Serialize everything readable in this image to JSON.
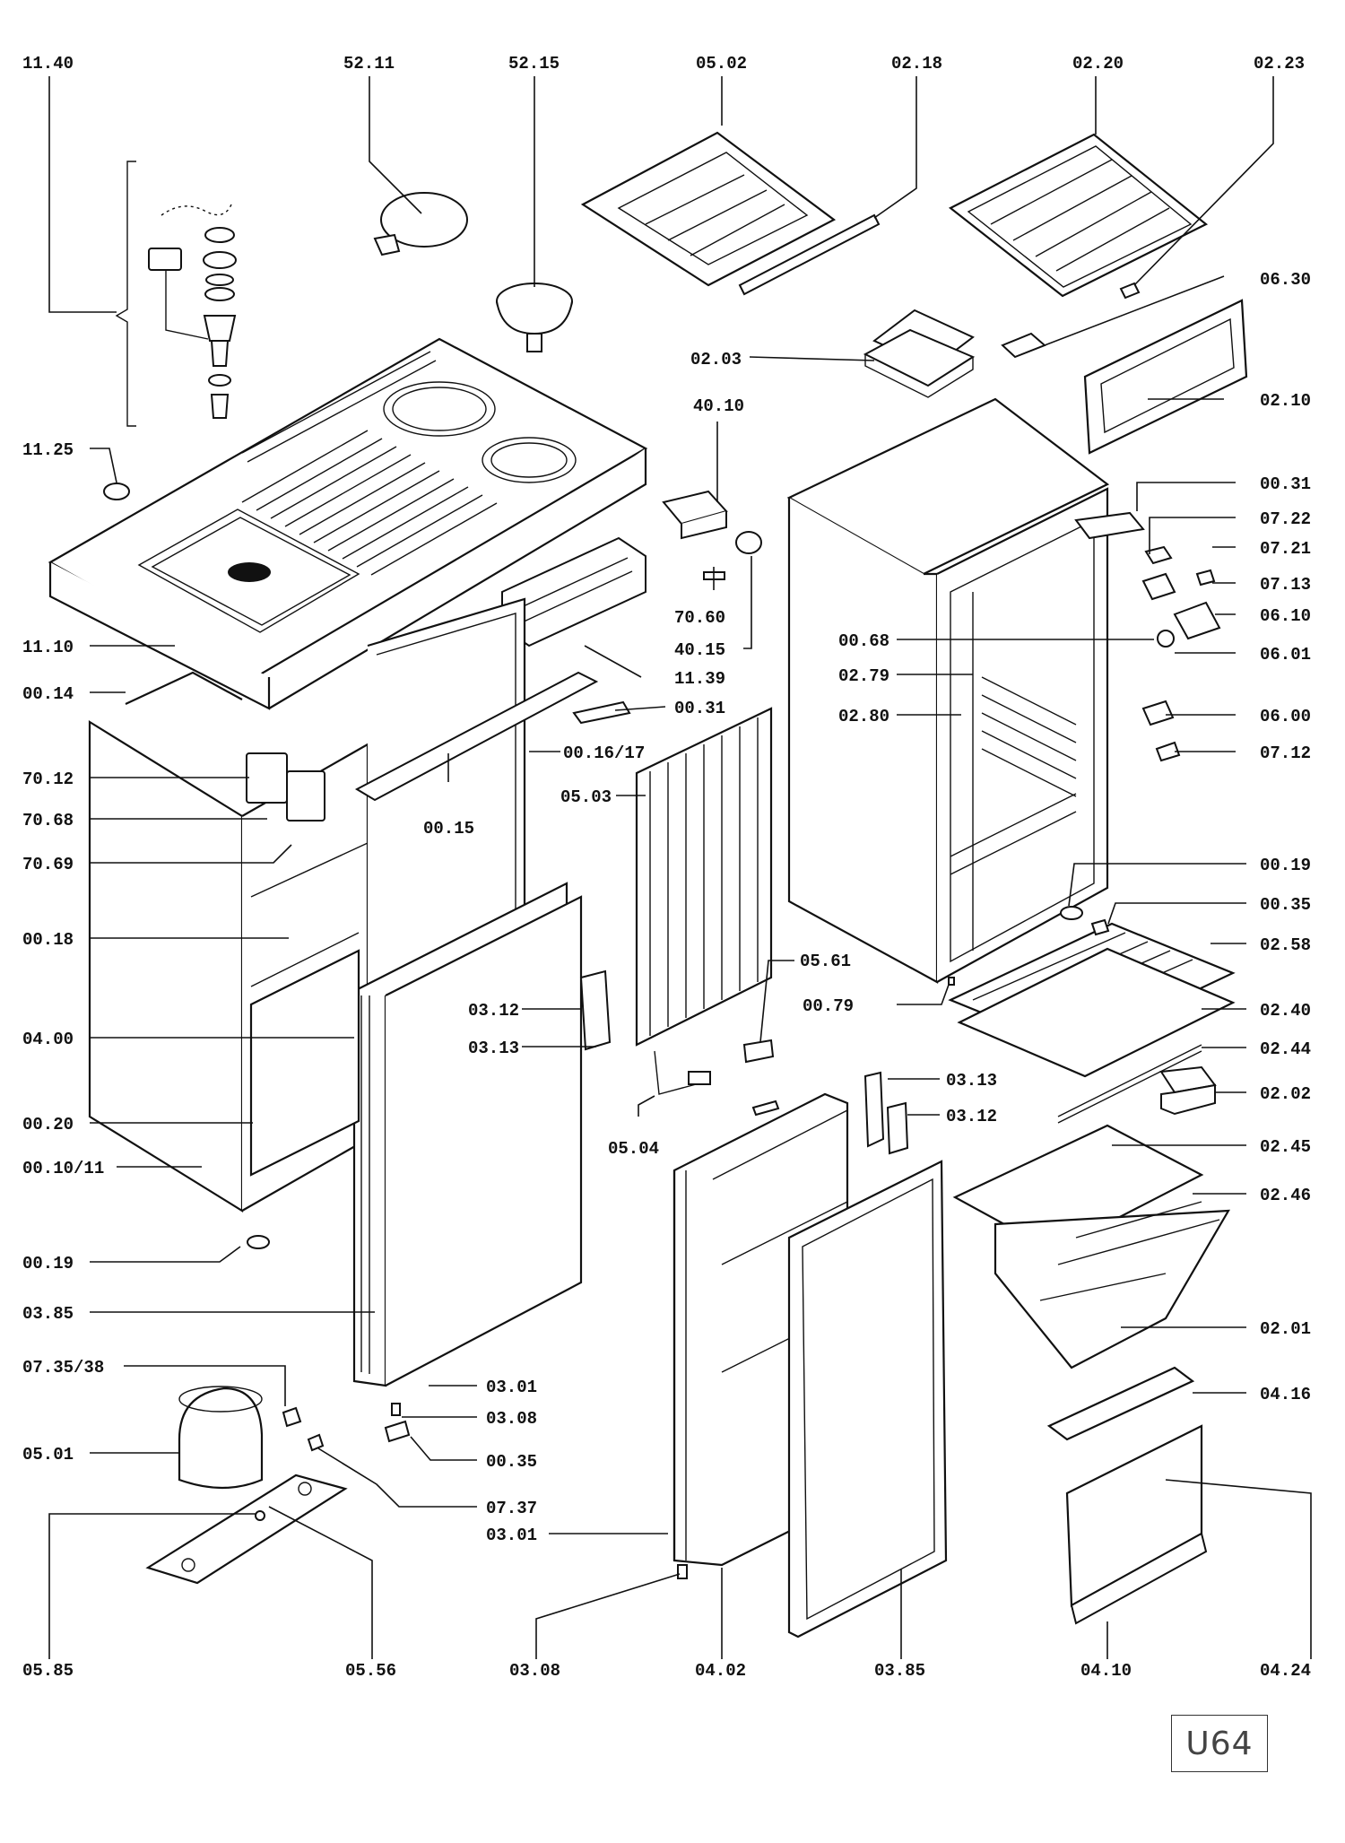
{
  "diagram_code": "U64",
  "parts": [
    {
      "id": "11.40",
      "label": "11.40"
    },
    {
      "id": "52.11",
      "label": "52.11"
    },
    {
      "id": "52.15",
      "label": "52.15"
    },
    {
      "id": "05.02",
      "label": "05.02"
    },
    {
      "id": "02.18",
      "label": "02.18"
    },
    {
      "id": "02.20",
      "label": "02.20"
    },
    {
      "id": "02.23",
      "label": "02.23"
    },
    {
      "id": "06.30",
      "label": "06.30"
    },
    {
      "id": "02.03",
      "label": "02.03"
    },
    {
      "id": "02.10",
      "label": "02.10"
    },
    {
      "id": "40.10",
      "label": "40.10"
    },
    {
      "id": "11.25",
      "label": "11.25"
    },
    {
      "id": "00.31-right",
      "label": "00.31"
    },
    {
      "id": "07.22",
      "label": "07.22"
    },
    {
      "id": "07.21",
      "label": "07.21"
    },
    {
      "id": "07.13",
      "label": "07.13"
    },
    {
      "id": "06.10",
      "label": "06.10"
    },
    {
      "id": "06.01",
      "label": "06.01"
    },
    {
      "id": "70.60",
      "label": "70.60"
    },
    {
      "id": "40.15",
      "label": "40.15"
    },
    {
      "id": "00.68",
      "label": "00.68"
    },
    {
      "id": "11.10",
      "label": "11.10"
    },
    {
      "id": "11.39",
      "label": "11.39"
    },
    {
      "id": "00.14",
      "label": "00.14"
    },
    {
      "id": "02.79",
      "label": "02.79"
    },
    {
      "id": "00.31-middle",
      "label": "00.31"
    },
    {
      "id": "02.80",
      "label": "02.80"
    },
    {
      "id": "06.00",
      "label": "06.00"
    },
    {
      "id": "00.16/17",
      "label": "00.16/17"
    },
    {
      "id": "07.12",
      "label": "07.12"
    },
    {
      "id": "70.12",
      "label": "70.12"
    },
    {
      "id": "05.03",
      "label": "05.03"
    },
    {
      "id": "70.68",
      "label": "70.68"
    },
    {
      "id": "00.15",
      "label": "00.15"
    },
    {
      "id": "70.69",
      "label": "70.69"
    },
    {
      "id": "00.19-right",
      "label": "00.19"
    },
    {
      "id": "00.35-right",
      "label": "00.35"
    },
    {
      "id": "00.18",
      "label": "00.18"
    },
    {
      "id": "02.58",
      "label": "02.58"
    },
    {
      "id": "05.61",
      "label": "05.61"
    },
    {
      "id": "00.79",
      "label": "00.79"
    },
    {
      "id": "03.12-left",
      "label": "03.12"
    },
    {
      "id": "02.40",
      "label": "02.40"
    },
    {
      "id": "04.00",
      "label": "04.00"
    },
    {
      "id": "03.13-left",
      "label": "03.13"
    },
    {
      "id": "02.44",
      "label": "02.44"
    },
    {
      "id": "03.13-right",
      "label": "03.13"
    },
    {
      "id": "02.02",
      "label": "02.02"
    },
    {
      "id": "03.12-right",
      "label": "03.12"
    },
    {
      "id": "00.20",
      "label": "00.20"
    },
    {
      "id": "05.04",
      "label": "05.04"
    },
    {
      "id": "02.45",
      "label": "02.45"
    },
    {
      "id": "00.10/11",
      "label": "00.10/11"
    },
    {
      "id": "02.46",
      "label": "02.46"
    },
    {
      "id": "00.19-left",
      "label": "00.19"
    },
    {
      "id": "03.85-left",
      "label": "03.85"
    },
    {
      "id": "02.01",
      "label": "02.01"
    },
    {
      "id": "07.35/38",
      "label": "07.35/38"
    },
    {
      "id": "03.01-middle",
      "label": "03.01"
    },
    {
      "id": "04.16",
      "label": "04.16"
    },
    {
      "id": "03.08-middle",
      "label": "03.08"
    },
    {
      "id": "05.01",
      "label": "05.01"
    },
    {
      "id": "00.35-left",
      "label": "00.35"
    },
    {
      "id": "07.37",
      "label": "07.37"
    },
    {
      "id": "03.01-bottom",
      "label": "03.01"
    },
    {
      "id": "05.85",
      "label": "05.85"
    },
    {
      "id": "05.56",
      "label": "05.56"
    },
    {
      "id": "03.08-bottom",
      "label": "03.08"
    },
    {
      "id": "04.02",
      "label": "04.02"
    },
    {
      "id": "03.85-bottom",
      "label": "03.85"
    },
    {
      "id": "04.10",
      "label": "04.10"
    },
    {
      "id": "04.24",
      "label": "04.24"
    }
  ]
}
